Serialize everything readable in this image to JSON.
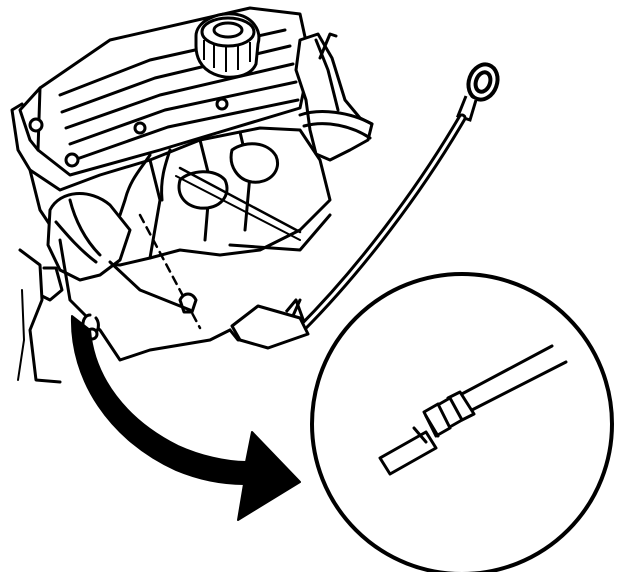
{
  "figure": {
    "description_visible_text": "",
    "colors": {
      "ink": "#000000",
      "paper": "#ffffff"
    },
    "parts": [
      {
        "id": "engine-block",
        "kind": "illustration"
      },
      {
        "id": "oil-filler-cap",
        "kind": "illustration"
      },
      {
        "id": "dipstick-handle-ring",
        "kind": "illustration"
      },
      {
        "id": "dipstick-rod",
        "kind": "illustration"
      },
      {
        "id": "dipstick-tube",
        "kind": "illustration"
      },
      {
        "id": "detail-magnifier",
        "kind": "callout"
      },
      {
        "id": "callout-arrow",
        "kind": "indicator"
      }
    ]
  }
}
